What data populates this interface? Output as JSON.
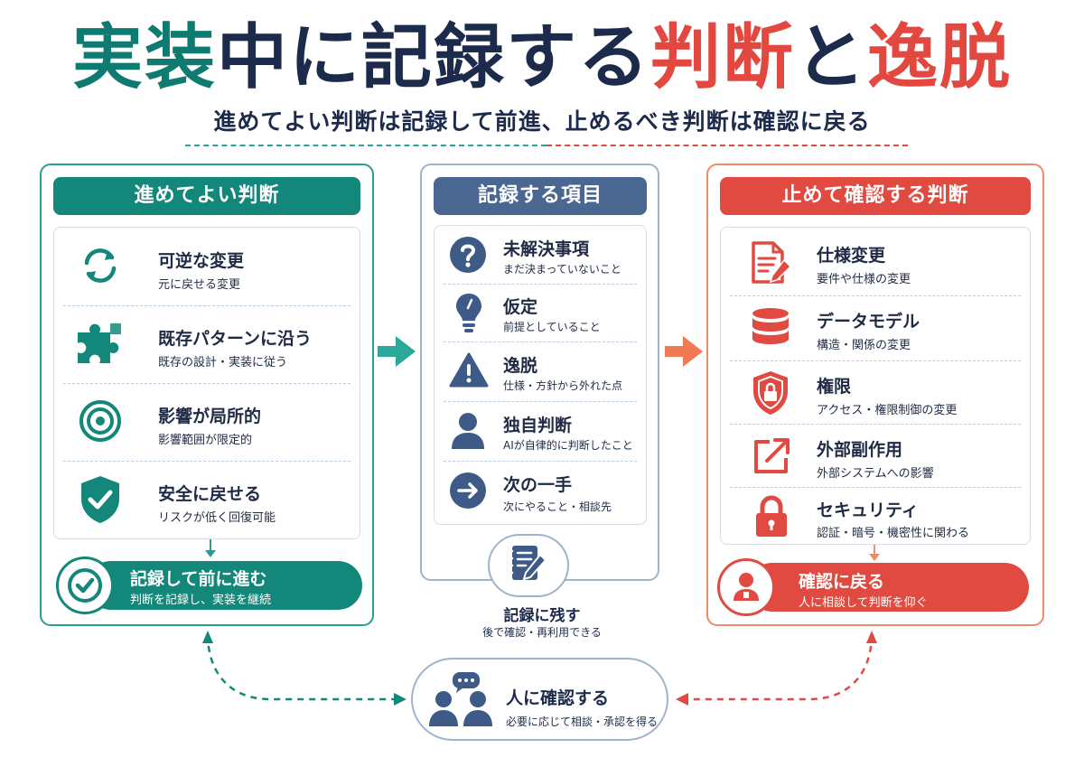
{
  "header": {
    "title_parts": [
      "実装",
      "中",
      "に記録する",
      "判断",
      "と",
      "逸脱"
    ],
    "subtitle": "進めてよい判断は記録して前進、止めるべき判断は確認に戻る"
  },
  "colors": {
    "teal": "#14877b",
    "navy": "#4a6791",
    "red": "#e04a40",
    "dark": "#1c2b4b"
  },
  "left": {
    "heading": "進めてよい判断",
    "items": [
      {
        "icon": "cycle-arrows-icon",
        "title": "可逆な変更",
        "desc": "元に戻せる変更"
      },
      {
        "icon": "puzzle-icon",
        "title": "既存パターンに沿う",
        "desc": "既存の設計・実装に従う"
      },
      {
        "icon": "target-icon",
        "title": "影響が局所的",
        "desc": "影響範囲が限定的"
      },
      {
        "icon": "shield-check-icon",
        "title": "安全に戻せる",
        "desc": "リスクが低く回復可能"
      }
    ],
    "action": {
      "icon": "check-circle-icon",
      "title": "記録して前に進む",
      "desc": "判断を記録し、実装を継続"
    }
  },
  "middle": {
    "heading": "記録する項目",
    "items": [
      {
        "icon": "question-icon",
        "title": "未解決事項",
        "desc": "まだ決まっていないこと"
      },
      {
        "icon": "lightbulb-icon",
        "title": "仮定",
        "desc": "前提としていること"
      },
      {
        "icon": "warning-icon",
        "title": "逸脱",
        "desc": "仕様・方針から外れた点"
      },
      {
        "icon": "person-icon",
        "title": "独自判断",
        "desc": "AIが自律的に判断したこと"
      },
      {
        "icon": "arrow-right-icon",
        "title": "次の一手",
        "desc": "次にやること・相談先"
      }
    ],
    "footer": {
      "icon": "notebook-pen-icon",
      "title": "記録に残す",
      "desc": "後で確認・再利用できる"
    }
  },
  "right": {
    "heading": "止めて確認する判断",
    "items": [
      {
        "icon": "document-edit-icon",
        "title": "仕様変更",
        "desc": "要件や仕様の変更"
      },
      {
        "icon": "database-icon",
        "title": "データモデル",
        "desc": "構造・関係の変更"
      },
      {
        "icon": "shield-lock-icon",
        "title": "権限",
        "desc": "アクセス・権限制御の変更"
      },
      {
        "icon": "external-link-icon",
        "title": "外部副作用",
        "desc": "外部システムへの影響"
      },
      {
        "icon": "padlock-icon",
        "title": "セキュリティ",
        "desc": "認証・暗号・機密性に関わる"
      }
    ],
    "action": {
      "icon": "person-badge-icon",
      "title": "確認に戻る",
      "desc": "人に相談して判断を仰ぐ"
    }
  },
  "bottom": {
    "icon": "people-chat-icon",
    "title": "人に確認する",
    "desc": "必要に応じて相談・承認を得る"
  }
}
